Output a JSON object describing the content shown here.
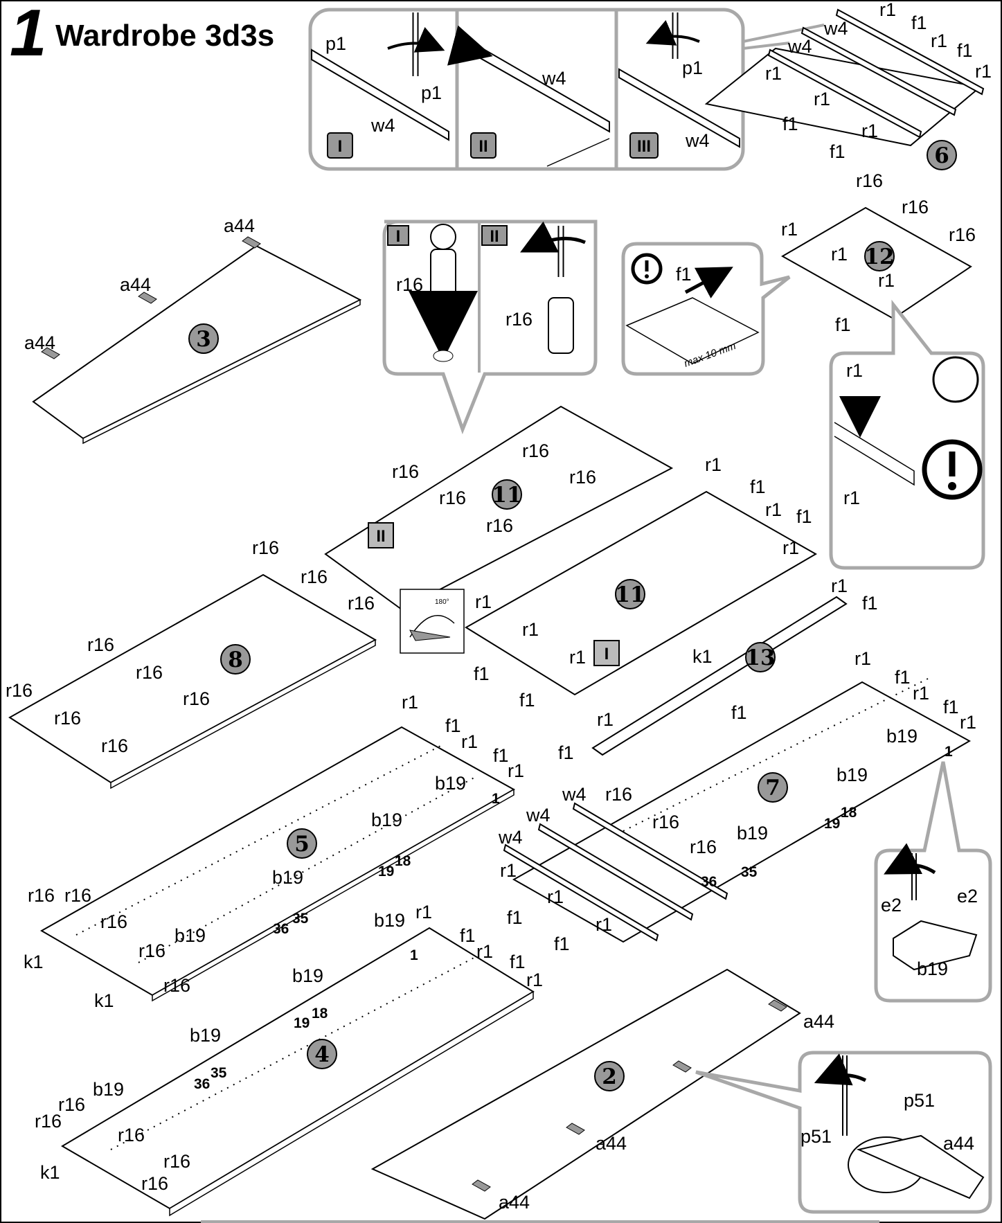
{
  "header": {
    "step": "1",
    "title": "Wardrobe 3d3s"
  },
  "warning_text": "max 10 mm",
  "angle_text": "180°",
  "substeps": {
    "i": "I",
    "ii": "II",
    "iii": "III"
  },
  "panels": [
    "6",
    "3",
    "12",
    "11",
    "11",
    "8",
    "13",
    "5",
    "7",
    "4",
    "2"
  ],
  "parts": {
    "p1": "p1",
    "w4": "w4",
    "r1": "r1",
    "f1": "f1",
    "a44": "a44",
    "r16": "r16",
    "k1": "k1",
    "b19": "b19",
    "e2": "e2",
    "p51": "p51"
  },
  "hinge_numbers": {
    "n1": "1",
    "n18": "18",
    "n19": "19",
    "n35": "35",
    "n36": "36"
  }
}
